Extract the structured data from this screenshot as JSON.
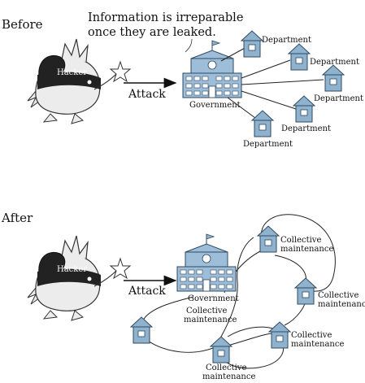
{
  "before": {
    "title": "Before",
    "note_line1": "Information is irreparable",
    "note_line2": "once they are leaked.",
    "hacker": "Hacker",
    "attack": "Attack",
    "government": "Government",
    "departments": [
      "Department",
      "Department",
      "Department",
      "Department",
      "Department"
    ]
  },
  "after": {
    "title": "After",
    "hacker": "Hacker",
    "attack": "Attack",
    "government": "Government",
    "gov_collective_line1": "Collective",
    "gov_collective_line2": "maintenance",
    "nodes": [
      {
        "line1": "Collective",
        "line2": "maintenance"
      },
      {
        "line1": "Collective",
        "line2": "maintenance"
      },
      {
        "line1": "Collective",
        "line2": "maintenance"
      },
      {
        "line1": "Collective",
        "line2": "maintenance"
      }
    ]
  },
  "colors": {
    "house_fill": "#8fb2cf",
    "house_stroke": "#2f4a60",
    "gov_fill": "#9dbdd8",
    "hacker_fill": "#ececec",
    "mask": "#222222"
  }
}
